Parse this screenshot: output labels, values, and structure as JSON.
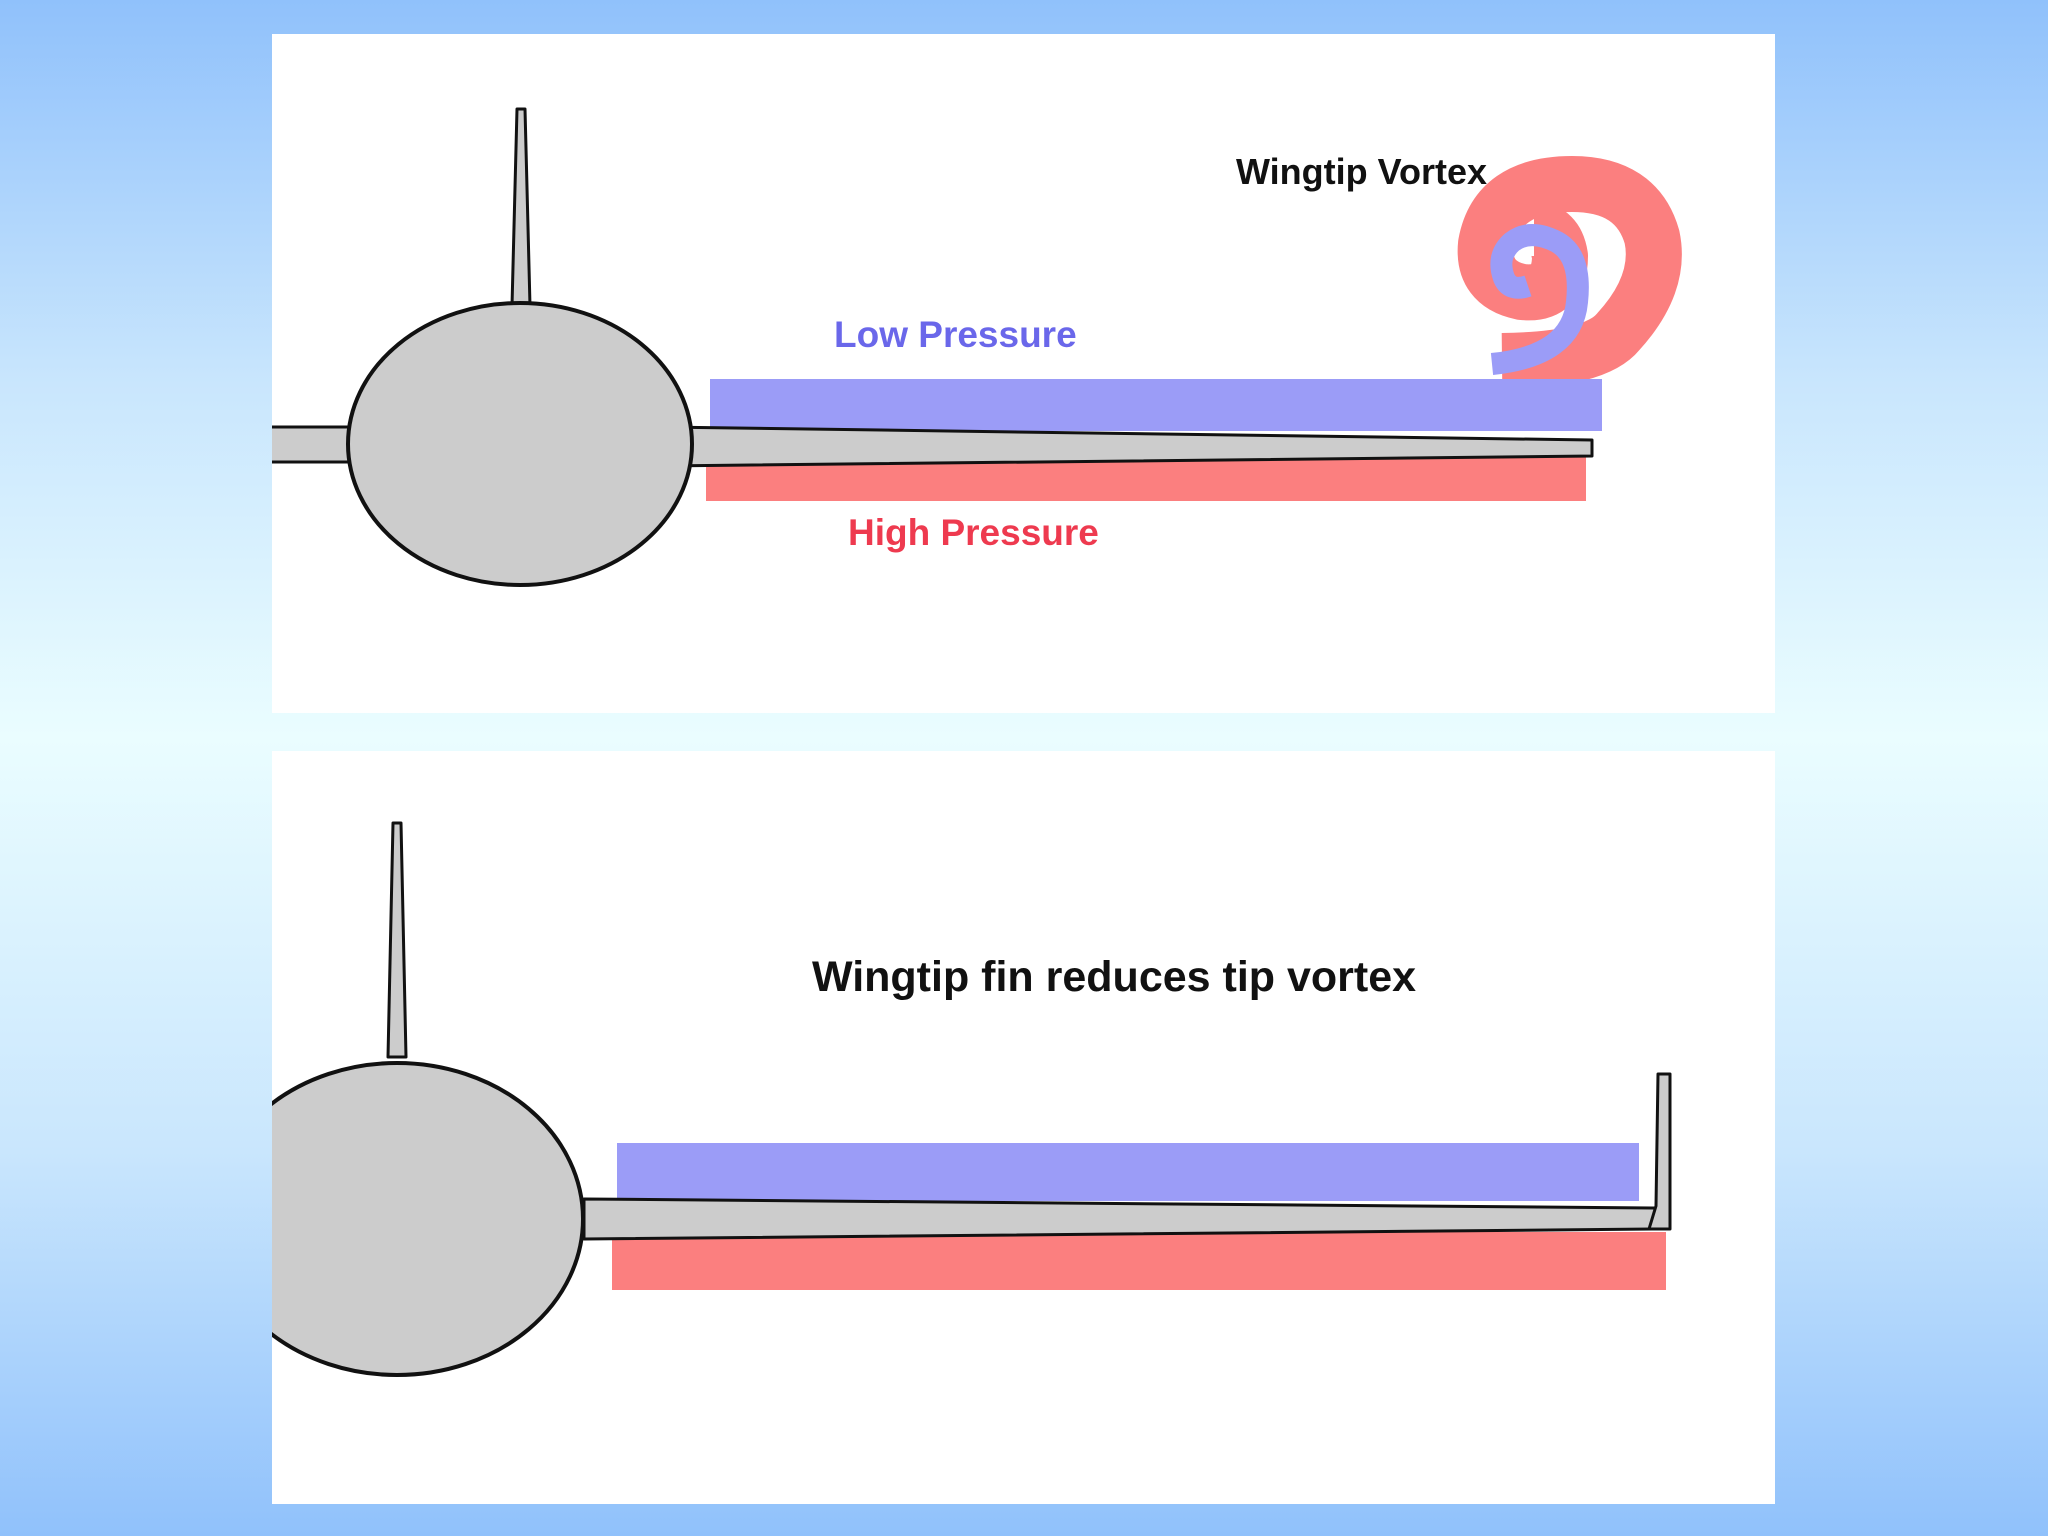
{
  "top_panel": {
    "title": "Wingtip Vortex",
    "low_pressure_label": "Low Pressure",
    "high_pressure_label": "High Pressure"
  },
  "bottom_panel": {
    "title": "Wingtip fin reduces tip vortex"
  },
  "colors": {
    "background": "#b4d8fc",
    "panel": "#ffffff",
    "low_pressure": "#9b9cf7",
    "high_pressure": "#fb7f7f",
    "low_pressure_text": "#6a67ea",
    "high_pressure_text": "#ee3a4f",
    "airframe_fill": "#cccccc",
    "outline": "#111111"
  }
}
